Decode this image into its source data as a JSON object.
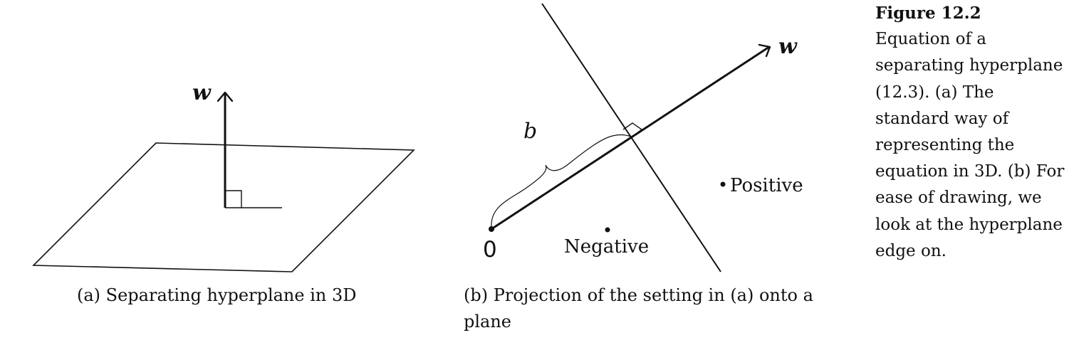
{
  "figure": {
    "label": "Figure 12.2",
    "caption": "Equation of a separating hyperplane (12.3). (a) The standard way of representing the equation in 3D. (b) For ease of drawing, we look at the hyperplane edge on."
  },
  "panel_a": {
    "caption": "(a) Separating hyperplane in 3D",
    "vector_label": "w"
  },
  "panel_b": {
    "caption": "(b) Projection of the setting in (a) onto a plane",
    "vector_label": "w",
    "origin_label": "0",
    "offset_label": "b",
    "positive_label": "Positive",
    "negative_label": "Negative"
  },
  "colors": {
    "ink": "#111111",
    "background": "#ffffff"
  }
}
